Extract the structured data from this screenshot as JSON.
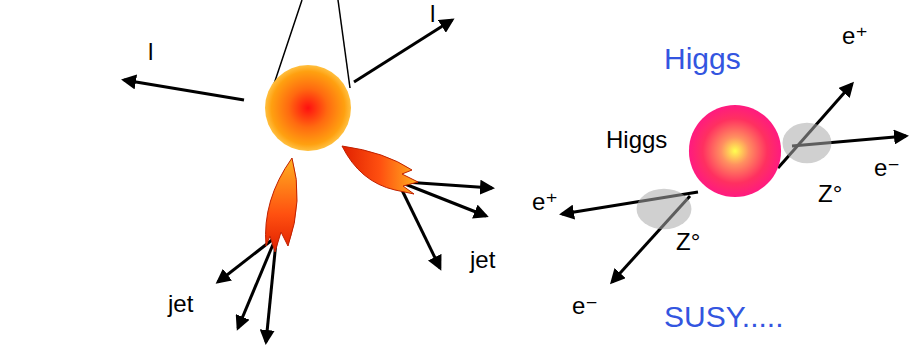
{
  "diagram": {
    "nodes": [
      {
        "text": [
          "Higgs"
        ]
      },
      {
        "text": [
          "Z°"
        ]
      },
      {
        "text": [
          "Z°"
        ]
      }
    ],
    "labels": [
      "l",
      "l",
      "jet",
      "jet",
      "Higgs",
      "e⁺",
      "e⁻",
      "e⁺",
      "e⁻",
      "SUSY....."
    ]
  }
}
